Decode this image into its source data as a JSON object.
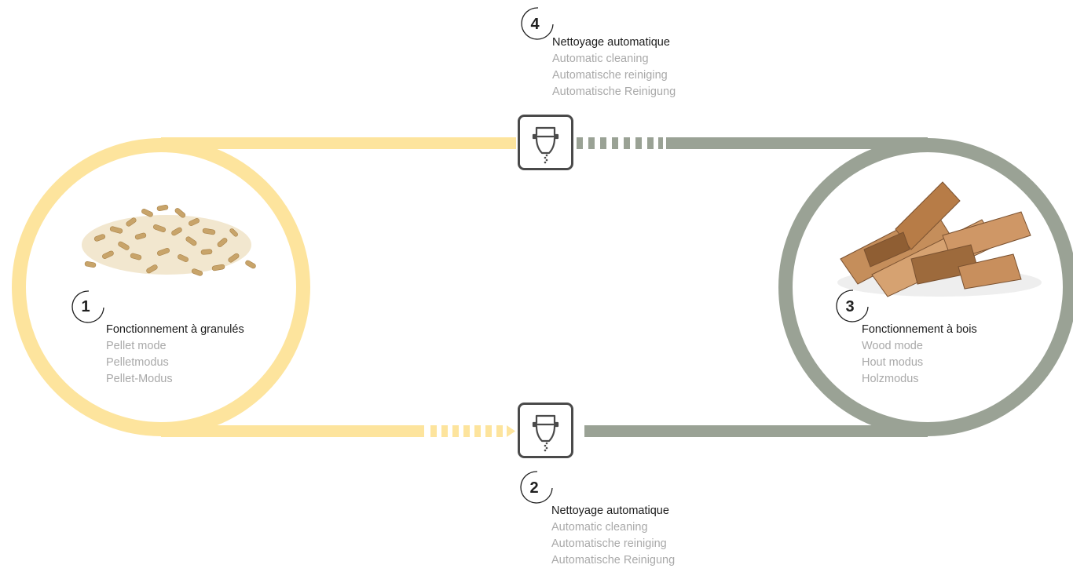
{
  "colors": {
    "pellet": "#fde49d",
    "wood": "#9aa295",
    "text_main": "#1c1c1c",
    "text_sub": "#a9a9a9",
    "icon_border": "#4a4a4a"
  },
  "steps": [
    {
      "number": "1",
      "title": "Fonctionnement à granulés",
      "lines": [
        "Pellet mode",
        "Pelletmodus",
        "Pellet-Modus"
      ],
      "image": "wood-pellets-pile"
    },
    {
      "number": "2",
      "title": "Nettoyage automatique",
      "lines": [
        "Automatic cleaning",
        "Automatische reiniging",
        "Automatische Reinigung"
      ],
      "icon": "burn-pot-cleaning-icon"
    },
    {
      "number": "3",
      "title": "Fonctionnement à bois",
      "lines": [
        "Wood mode",
        "Hout modus",
        "Holzmodus"
      ],
      "image": "firewood-logs-stack"
    },
    {
      "number": "4",
      "title": "Nettoyage automatique",
      "lines": [
        "Automatic cleaning",
        "Automatische reiniging",
        "Automatische Reinigung"
      ],
      "icon": "burn-pot-cleaning-icon"
    }
  ]
}
